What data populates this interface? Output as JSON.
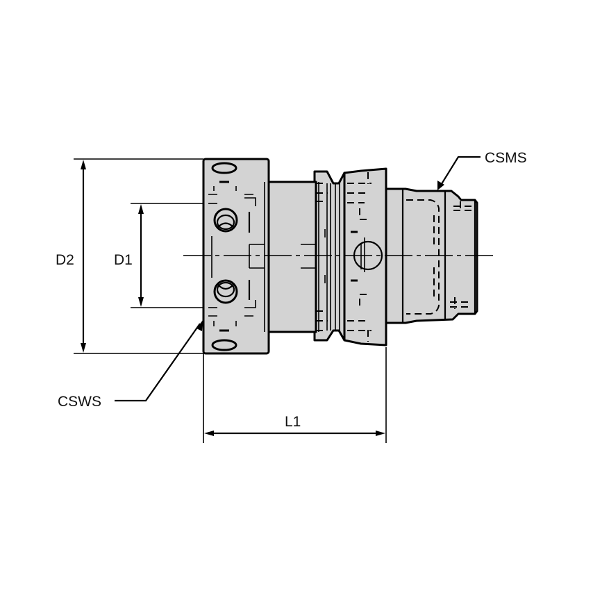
{
  "drawing": {
    "title": "Tool holder adapter side view",
    "fill_color": "#d3d3d3",
    "line_color": "#000000"
  },
  "labels": {
    "d2": "D2",
    "d1": "D1",
    "l1": "L1",
    "csms": "CSMS",
    "csws": "CSWS"
  }
}
